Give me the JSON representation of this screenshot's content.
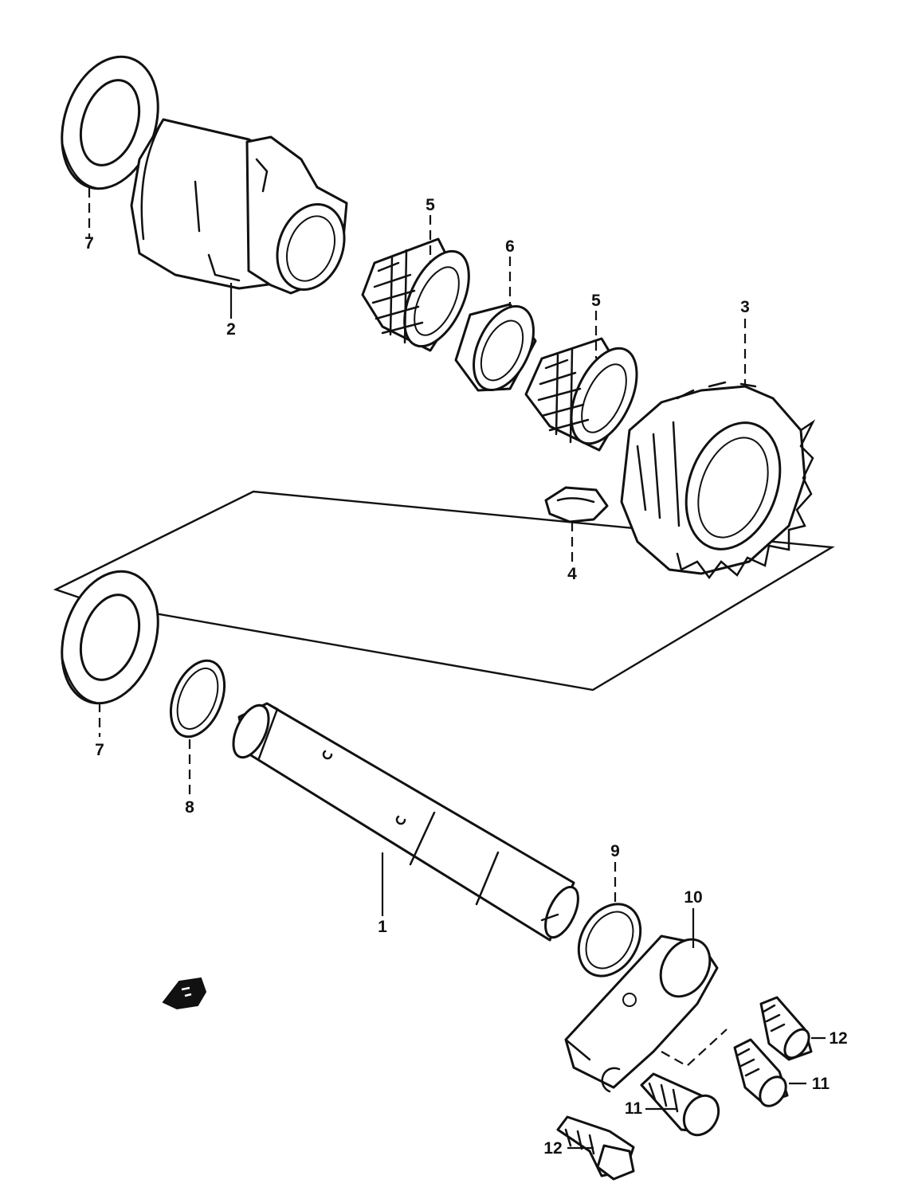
{
  "diagram": {
    "part_numbers": {
      "shaft": "1",
      "housing": "2",
      "gear": "3",
      "key": "4",
      "bearing_upper": "5",
      "bearing_lower": "5",
      "spacer": "6",
      "seal_upper": "7",
      "seal_lower": "7",
      "oring_shaft": "8",
      "oring_end": "9",
      "lever": "10",
      "bolt_11_right": "11",
      "bolt_11_lower": "11",
      "bolt_12_right": "12",
      "bolt_12_lower": "12"
    },
    "icons": {
      "front_arrow": "front-direction-arrow-icon"
    },
    "colors": {
      "ink": "#111111",
      "paper": "#ffffff"
    }
  }
}
